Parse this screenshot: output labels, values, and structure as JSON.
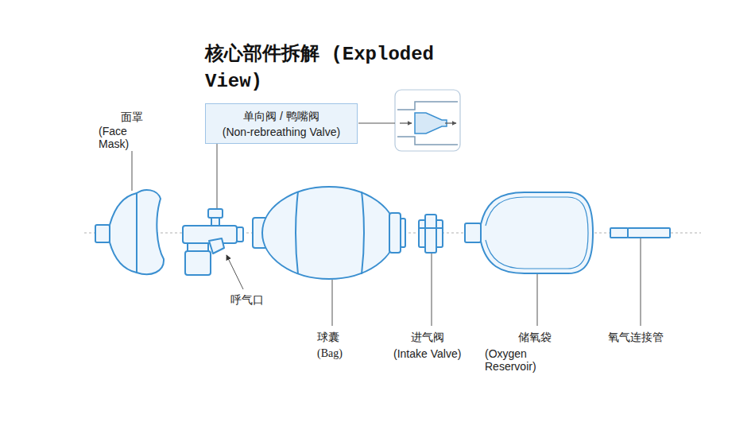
{
  "diagram": {
    "title": "核心部件拆解 (Exploded View)",
    "nodes": [
      {
        "text": [
          "单向阀 / 鸭嘴阀",
          "(Non-rebreathing Valve)"
        ]
      }
    ],
    "labels": [
      "面罩",
      "(Face Mask)",
      "呼气口",
      "球囊",
      "(Bag)",
      "进气阀",
      "(Intake Valve)",
      "储氧袋",
      "(Oxygen Reservoir)",
      "氧气连接管"
    ]
  }
}
